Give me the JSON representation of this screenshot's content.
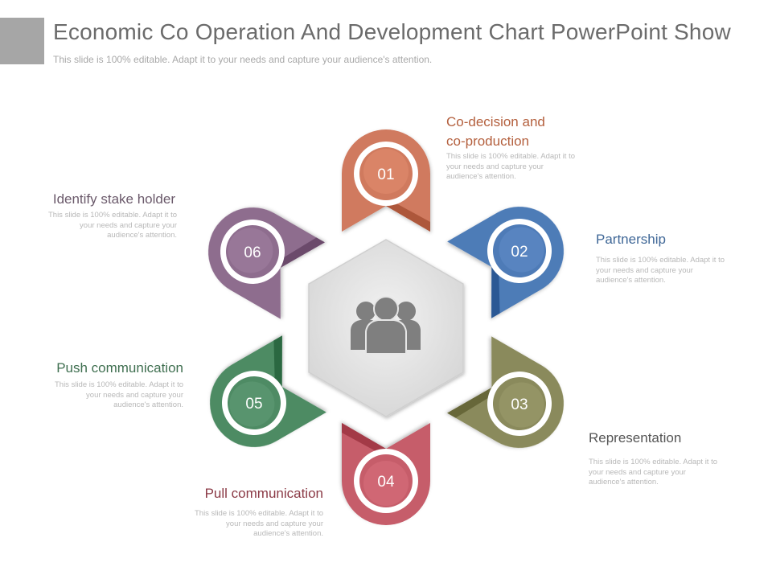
{
  "header": {
    "title": "Economic Co Operation And Development Chart PowerPoint Show",
    "subtitle": "This slide is 100% editable. Adapt it to your needs and capture your audience's attention."
  },
  "center": {
    "icon": "people-group-icon",
    "fill": "#e6e6e6"
  },
  "steps": [
    {
      "number": "01",
      "title_lines": [
        "Co-decision and",
        "co-production"
      ],
      "desc_lines": [
        "This slide is 100% editable. Adapt it to",
        "your needs and capture your",
        "audience's attention."
      ],
      "color": "#d07a5e",
      "text_color": "#b4603e"
    },
    {
      "number": "02",
      "title_lines": [
        "Partnership"
      ],
      "desc_lines": [
        "This slide is 100% editable. Adapt it to",
        "your needs and capture your",
        "audience's attention."
      ],
      "color": "#4e7bb7",
      "text_color": "#3f6797"
    },
    {
      "number": "03",
      "title_lines": [
        "Representation"
      ],
      "desc_lines": [
        "This slide is 100% editable. Adapt it to",
        "your needs and capture your",
        "audience's attention."
      ],
      "color": "#8a8a5c",
      "text_color": "#555555"
    },
    {
      "number": "04",
      "title_lines": [
        "Pull communication"
      ],
      "desc_lines": [
        "This slide is 100% editable. Adapt it to",
        "your needs and capture your",
        "audience's attention."
      ],
      "color": "#c65d6a",
      "text_color": "#8b3a46"
    },
    {
      "number": "05",
      "title_lines": [
        "Push communication"
      ],
      "desc_lines": [
        "This slide is 100% editable. Adapt it to",
        "your needs and capture your",
        "audience's attention."
      ],
      "color": "#4e8b64",
      "text_color": "#3f6f50"
    },
    {
      "number": "06",
      "title_lines": [
        "Identify stake holder"
      ],
      "desc_lines": [
        "This slide is 100% editable. Adapt it to",
        "your needs and capture your",
        "audience's attention."
      ],
      "color": "#8e6d8e",
      "text_color": "#6b5a6b"
    }
  ]
}
